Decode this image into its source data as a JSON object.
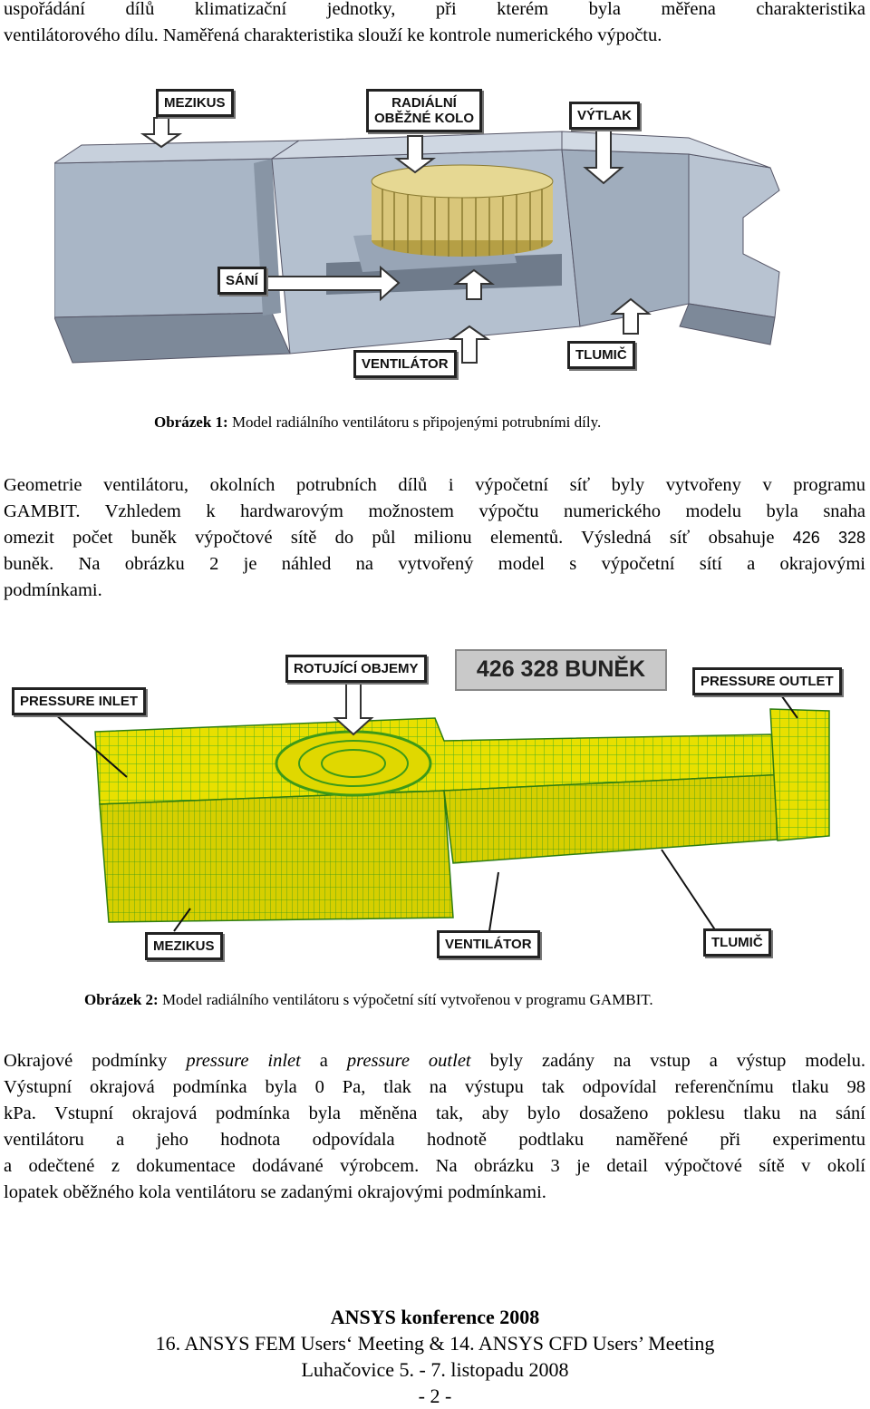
{
  "intro": {
    "line1": "uspořádání dílů klimatizační jednotky, při kterém byla měřena charakteristika",
    "line2": "ventilátorového dílu. Naměřená charakteristika slouží ke kontrole numerického výpočtu."
  },
  "figure1": {
    "labels": {
      "mezikus": "MEZIKUS",
      "radialni1": "RADIÁLNÍ",
      "radialni2": "OBĚŽNÉ KOLO",
      "vytlak": "VÝTLAK",
      "sani": "SÁNÍ",
      "ventilator": "VENTILÁTOR",
      "tlumic": "TLUMIČ"
    },
    "caption_label": "Obrázek 1:",
    "caption_text": " Model radiálního ventilátoru s připojenými potrubními díly."
  },
  "para2": {
    "line1": "Geometrie ventilátoru, okolních potrubních dílů i výpočetní síť byly vytvořeny v programu",
    "line2": "GAMBIT. Vzhledem k hardwarovým možnostem výpočtu numerického modelu byla snaha",
    "line3": "omezit počet buněk výpočtové sítě do půl milionu elementů. Výsledná síť obsahuje",
    "cells": "426 328",
    "line4": "buněk. Na obrázku 2 je náhled na vytvořený model s výpočetní sítí a okrajovými",
    "line5": "podmínkami."
  },
  "figure2": {
    "labels": {
      "rotujici": "ROTUJÍCÍ OBJEMY",
      "cells": "426 328  BUNĚK",
      "pressure_outlet": "PRESSURE OUTLET",
      "pressure_inlet": "PRESSURE INLET",
      "mezikus": "MEZIKUS",
      "ventilator": "VENTILÁTOR",
      "tlumic": "TLUMIČ"
    },
    "caption_label": "Obrázek 2:",
    "caption_text": " Model radiálního ventilátoru s výpočetní sítí vytvořenou v programu GAMBIT."
  },
  "para3": {
    "l1a": "Okrajové podmínky ",
    "l1i1": "pressure inlet",
    "l1b": " a ",
    "l1i2": "pressure outlet",
    "l1c": " byly zadány na vstup a výstup modelu.",
    "line2": "Výstupní okrajová podmínka byla 0 Pa, tlak na výstupu tak odpovídal referenčnímu tlaku 98",
    "line3": "kPa. Vstupní okrajová podmínka byla měněna tak, aby bylo dosaženo poklesu tlaku na sání",
    "line4": "ventilátoru a jeho hodnota odpovídala hodnotě podtlaku naměřené při experimentu",
    "line5": "a odečtené z dokumentace dodávané výrobcem. Na obrázku 3 je detail výpočtové sítě v okolí",
    "line6": "lopatek oběžného kola ventilátoru se zadanými okrajovými podmínkami."
  },
  "footer": {
    "conference": "ANSYS konference 2008",
    "meeting": "16. ANSYS FEM Users‘ Meeting & 14. ANSYS CFD Users’ Meeting",
    "place": "Luhačovice 5. - 7. listopadu 2008",
    "page": "- 2 -"
  },
  "colors": {
    "duct_blue": "#a9b6c6",
    "duct_dark": "#7d8999",
    "fan_gold": "#d9c67a",
    "mesh_yellow": "#e8e000",
    "mesh_green": "#4caf20"
  }
}
